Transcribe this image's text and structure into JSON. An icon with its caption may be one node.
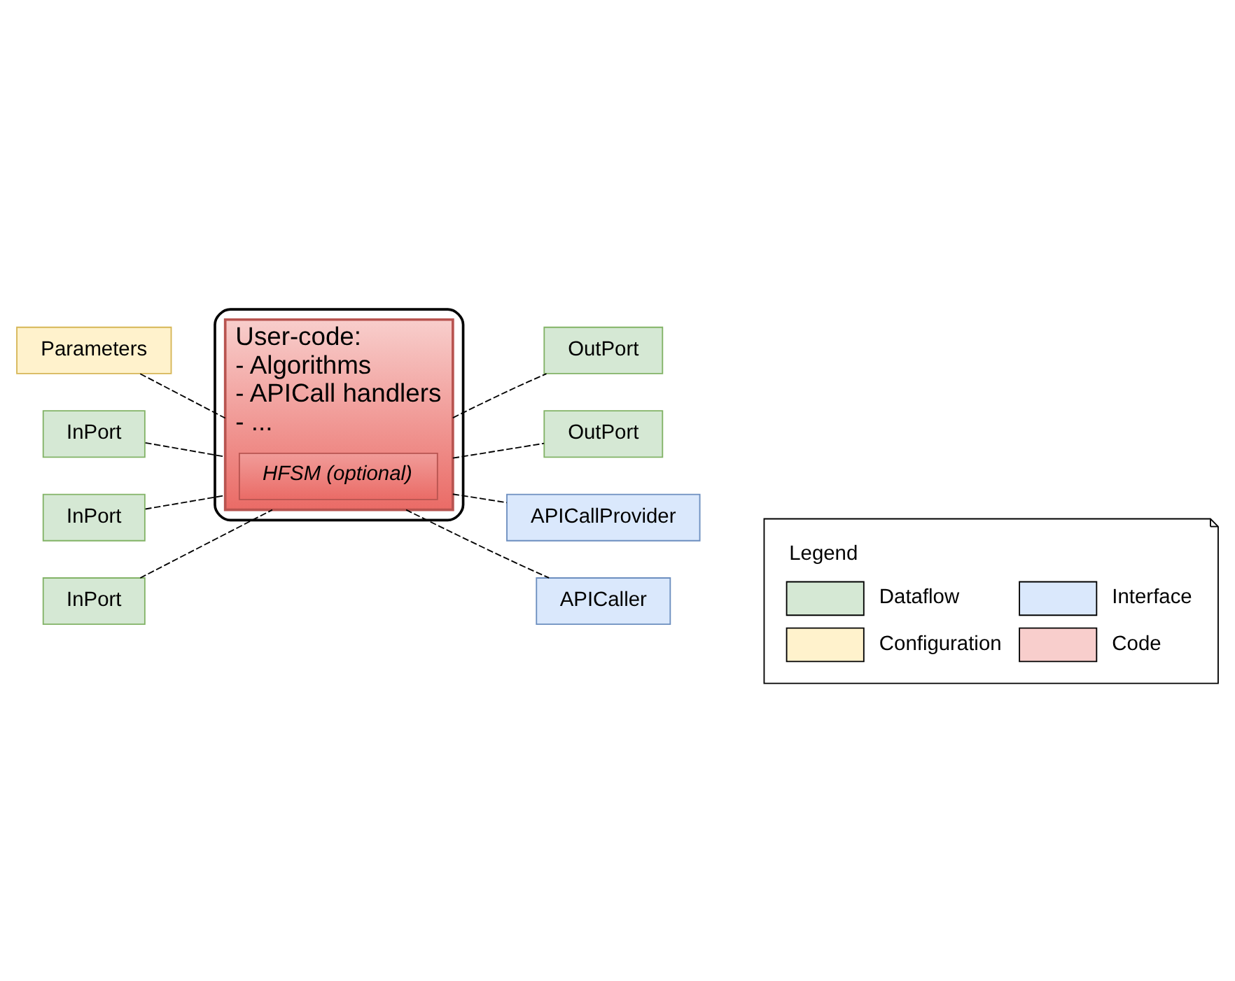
{
  "diagram": {
    "nodes": [
      {
        "text": [],
        "shape": "box"
      },
      {
        "text": [
          "Parameters"
        ]
      },
      {
        "text": [
          "InPort"
        ]
      },
      {
        "text": [
          "User-code:",
          "- Algorithms",
          "- APICall handlers",
          "- ..."
        ],
        "in": 0
      },
      {
        "text": [
          "HFSM (optional)"
        ],
        "in": 3
      },
      {
        "text": [
          "OutPort"
        ]
      },
      {
        "text": [
          "InPort"
        ]
      },
      {
        "text": [
          "OutPort"
        ]
      },
      {
        "text": [
          "InPort"
        ]
      },
      {
        "text": [
          "APICallProvider"
        ]
      },
      {
        "text": [
          "APICaller"
        ]
      }
    ],
    "edges": [
      {
        "from": 1,
        "to": 3,
        "arrow": "none",
        "style": "dashed"
      },
      {
        "from": 2,
        "to": 3,
        "arrow": "none",
        "style": "dashed"
      },
      {
        "from": 6,
        "to": 3,
        "arrow": "none",
        "style": "dashed"
      },
      {
        "from": 8,
        "to": 3,
        "arrow": "none",
        "style": "dashed"
      },
      {
        "from": 3,
        "to": 5,
        "arrow": "none",
        "style": "dashed"
      },
      {
        "from": 3,
        "to": 7,
        "arrow": "none",
        "style": "dashed"
      },
      {
        "from": 3,
        "to": 9,
        "arrow": "none",
        "style": "dashed"
      },
      {
        "from": 3,
        "to": 10,
        "arrow": "none",
        "style": "dashed"
      }
    ],
    "labels": [
      "Legend"
    ],
    "legend": [
      {
        "text": "Dataflow",
        "color": "#d5e8d4"
      },
      {
        "text": "Interface",
        "color": "#dae8fc"
      },
      {
        "text": "Configuration",
        "color": "#fff2cc"
      },
      {
        "text": "Code",
        "color": "#f8cecc"
      }
    ]
  }
}
